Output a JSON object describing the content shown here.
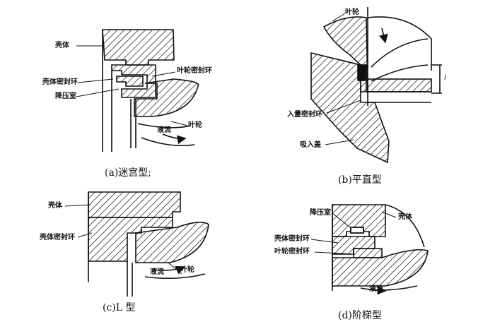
{
  "panels": {
    "a": {
      "caption": "(a)迷宫型;",
      "labels": {
        "casing": "壳体",
        "impeller_seal_ring": "叶轮密封环",
        "casing_seal_ring": "壳体密封环",
        "pressure_relief_chamber": "降压室",
        "liquid_flow": "液流",
        "impeller": "叶轮"
      }
    },
    "b": {
      "caption": "(b)平直型",
      "labels": {
        "impeller": "叶轮",
        "inlet_seal_ring": "入量密封环",
        "inlet_cover": "吸入盖",
        "gap": "l"
      }
    },
    "c": {
      "caption": "(c)L 型",
      "labels": {
        "casing": "壳体",
        "casing_seal_ring": "壳体密封环",
        "liquid_flow": "液流",
        "impeller": "叶轮"
      }
    },
    "d": {
      "caption": "(d)阶梯型",
      "labels": {
        "pressure_relief_chamber": "降压室",
        "casing": "壳体",
        "casing_seal_ring": "壳体密封环",
        "impeller_seal_ring": "叶轮密封环",
        "liquid_flow": "液流"
      }
    }
  }
}
